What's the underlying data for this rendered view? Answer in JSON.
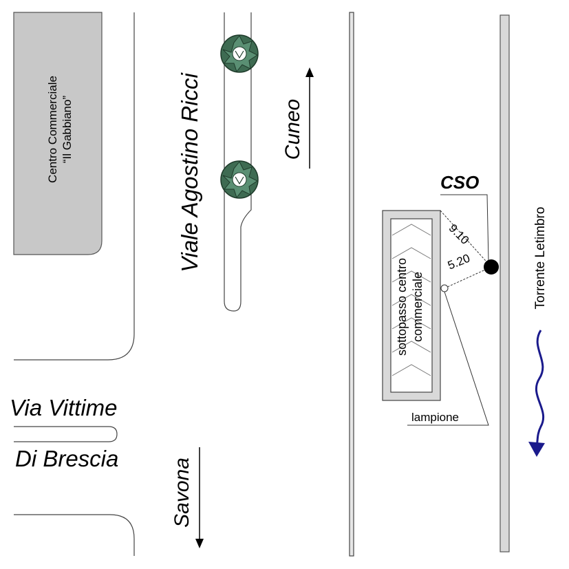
{
  "map": {
    "shopping_center": {
      "line1": "Centro Commerciale",
      "line2": "“Il Gabbiano”"
    },
    "street_main": "Viale Agostino Ricci",
    "street_side_line1": "Via Vittime",
    "street_side_line2": "Di Brescia",
    "direction_north": "Cuneo",
    "direction_south": "Savona",
    "river": "Torrente Letimbro",
    "underpass": {
      "line1": "sottopasso centro",
      "line2": "commerciale"
    },
    "cso_label": "CSO",
    "streetlight_label": "lampione",
    "distance_to_underpass": "9.10",
    "distance_to_streetlight": "5.20",
    "colors": {
      "building_fill": "#c8c8c8",
      "river_fill": "#d9d9d9",
      "river_arrow": "#1a1a8c",
      "tree_foliage": "#3e6b52"
    }
  }
}
